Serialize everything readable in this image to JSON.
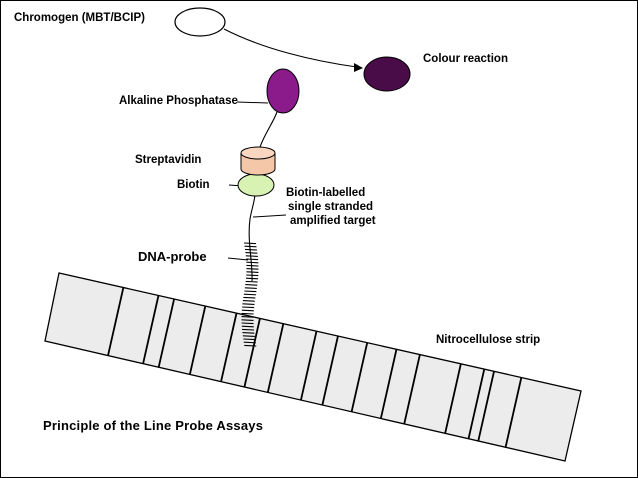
{
  "diagram": {
    "caption": "Principle of the Line Probe Assays",
    "labels": {
      "chromogen": "Chromogen (MBT/BCIP)",
      "colour_reaction": "Colour reaction",
      "alkaline_phosphatase": "Alkaline Phosphatase",
      "streptavidin": "Streptavidin",
      "biotin": "Biotin",
      "target_line1": "Biotin-labelled",
      "target_line2": "single stranded",
      "target_line3": "amplified target",
      "dna_probe": "DNA-probe",
      "strip": "Nitrocellulose strip"
    },
    "colors": {
      "colour_reaction": "#4a0b49",
      "alkaline_phosphatase": "#8b1a8b",
      "streptavidin": "#f4c7a8",
      "biotin": "#d7f2b3",
      "strip_fill": "#ececec",
      "line": "#000000"
    }
  }
}
